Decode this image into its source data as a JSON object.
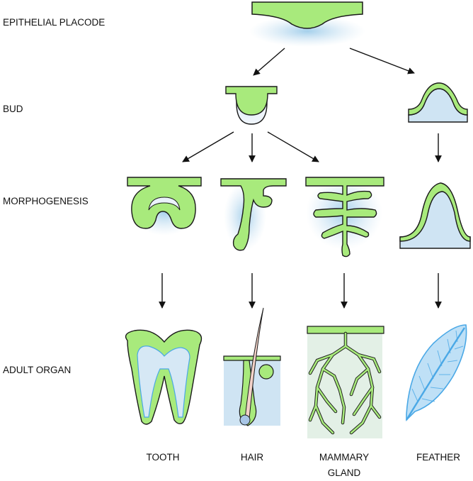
{
  "stages": {
    "epithelial_placode": "EPITHELIAL PLACODE",
    "bud": "BUD",
    "morphogenesis": "MORPHOGENESIS",
    "adult_organ": "ADULT ORGAN"
  },
  "organs": {
    "tooth": "TOOTH",
    "hair": "HAIR",
    "mammary_line1": "MAMMARY",
    "mammary_line2": "GLAND",
    "feather": "FEATHER"
  },
  "colors": {
    "epithelium": "#a8ea7c",
    "mesenchyme": "#cfe4f3",
    "outline": "#1a1a1a",
    "feather": "#4aa8e6"
  }
}
